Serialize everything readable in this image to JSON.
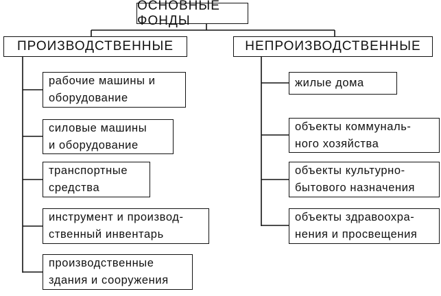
{
  "root": "ОСНОВНЫЕ ФОНДЫ",
  "left": {
    "title": "ПРОИЗВОДСТВЕННЫЕ",
    "items": [
      [
        "рабочие машины и",
        "оборудование"
      ],
      [
        "силовые машины",
        "и оборудование"
      ],
      [
        "транспортные",
        "средства"
      ],
      [
        "инструмент и производ-",
        "ственный инвентарь"
      ],
      [
        "производственные",
        "здания и сооружения"
      ]
    ]
  },
  "right": {
    "title": "НЕПРОИЗВОДСТВЕННЫЕ",
    "items": [
      [
        "жилые дома"
      ],
      [
        "объекты коммуналь-",
        "ного хозяйства"
      ],
      [
        "объекты культурно-",
        "бытового назначения"
      ],
      [
        "объекты здравоохра-",
        "нения и просвещения"
      ]
    ]
  }
}
